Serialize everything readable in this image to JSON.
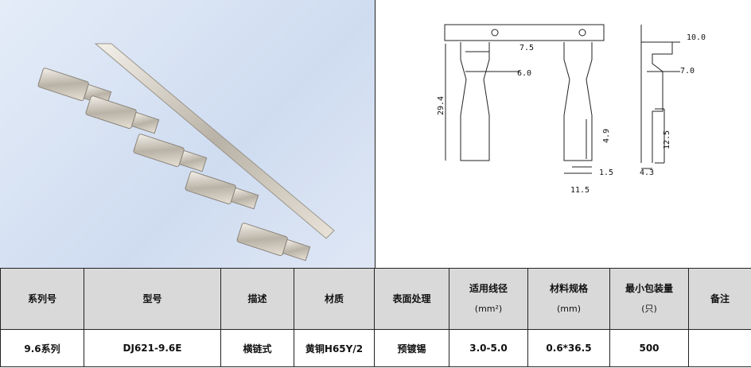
{
  "drawing": {
    "dimensions": [
      "7.5",
      "6.0",
      "29.4",
      "4.9",
      "1.5",
      "11.5",
      "10.0",
      "7.0",
      "12.5",
      "4.3"
    ]
  },
  "table": {
    "headers": [
      {
        "label": "系列号"
      },
      {
        "label": "型号"
      },
      {
        "label": "描述"
      },
      {
        "label": "材质"
      },
      {
        "label": "表面处理"
      },
      {
        "label": "适用线径",
        "unit": "(mm²)"
      },
      {
        "label": "材料规格",
        "unit": "(mm)"
      },
      {
        "label": "最小包装量",
        "unit": "(只)"
      },
      {
        "label": "备注"
      }
    ],
    "row": [
      "9.6系列",
      "DJ621-9.6E",
      "横链式",
      "黄铜H65Y/2",
      "预镀锡",
      "3.0-5.0",
      "0.6*36.5",
      "500",
      ""
    ]
  }
}
